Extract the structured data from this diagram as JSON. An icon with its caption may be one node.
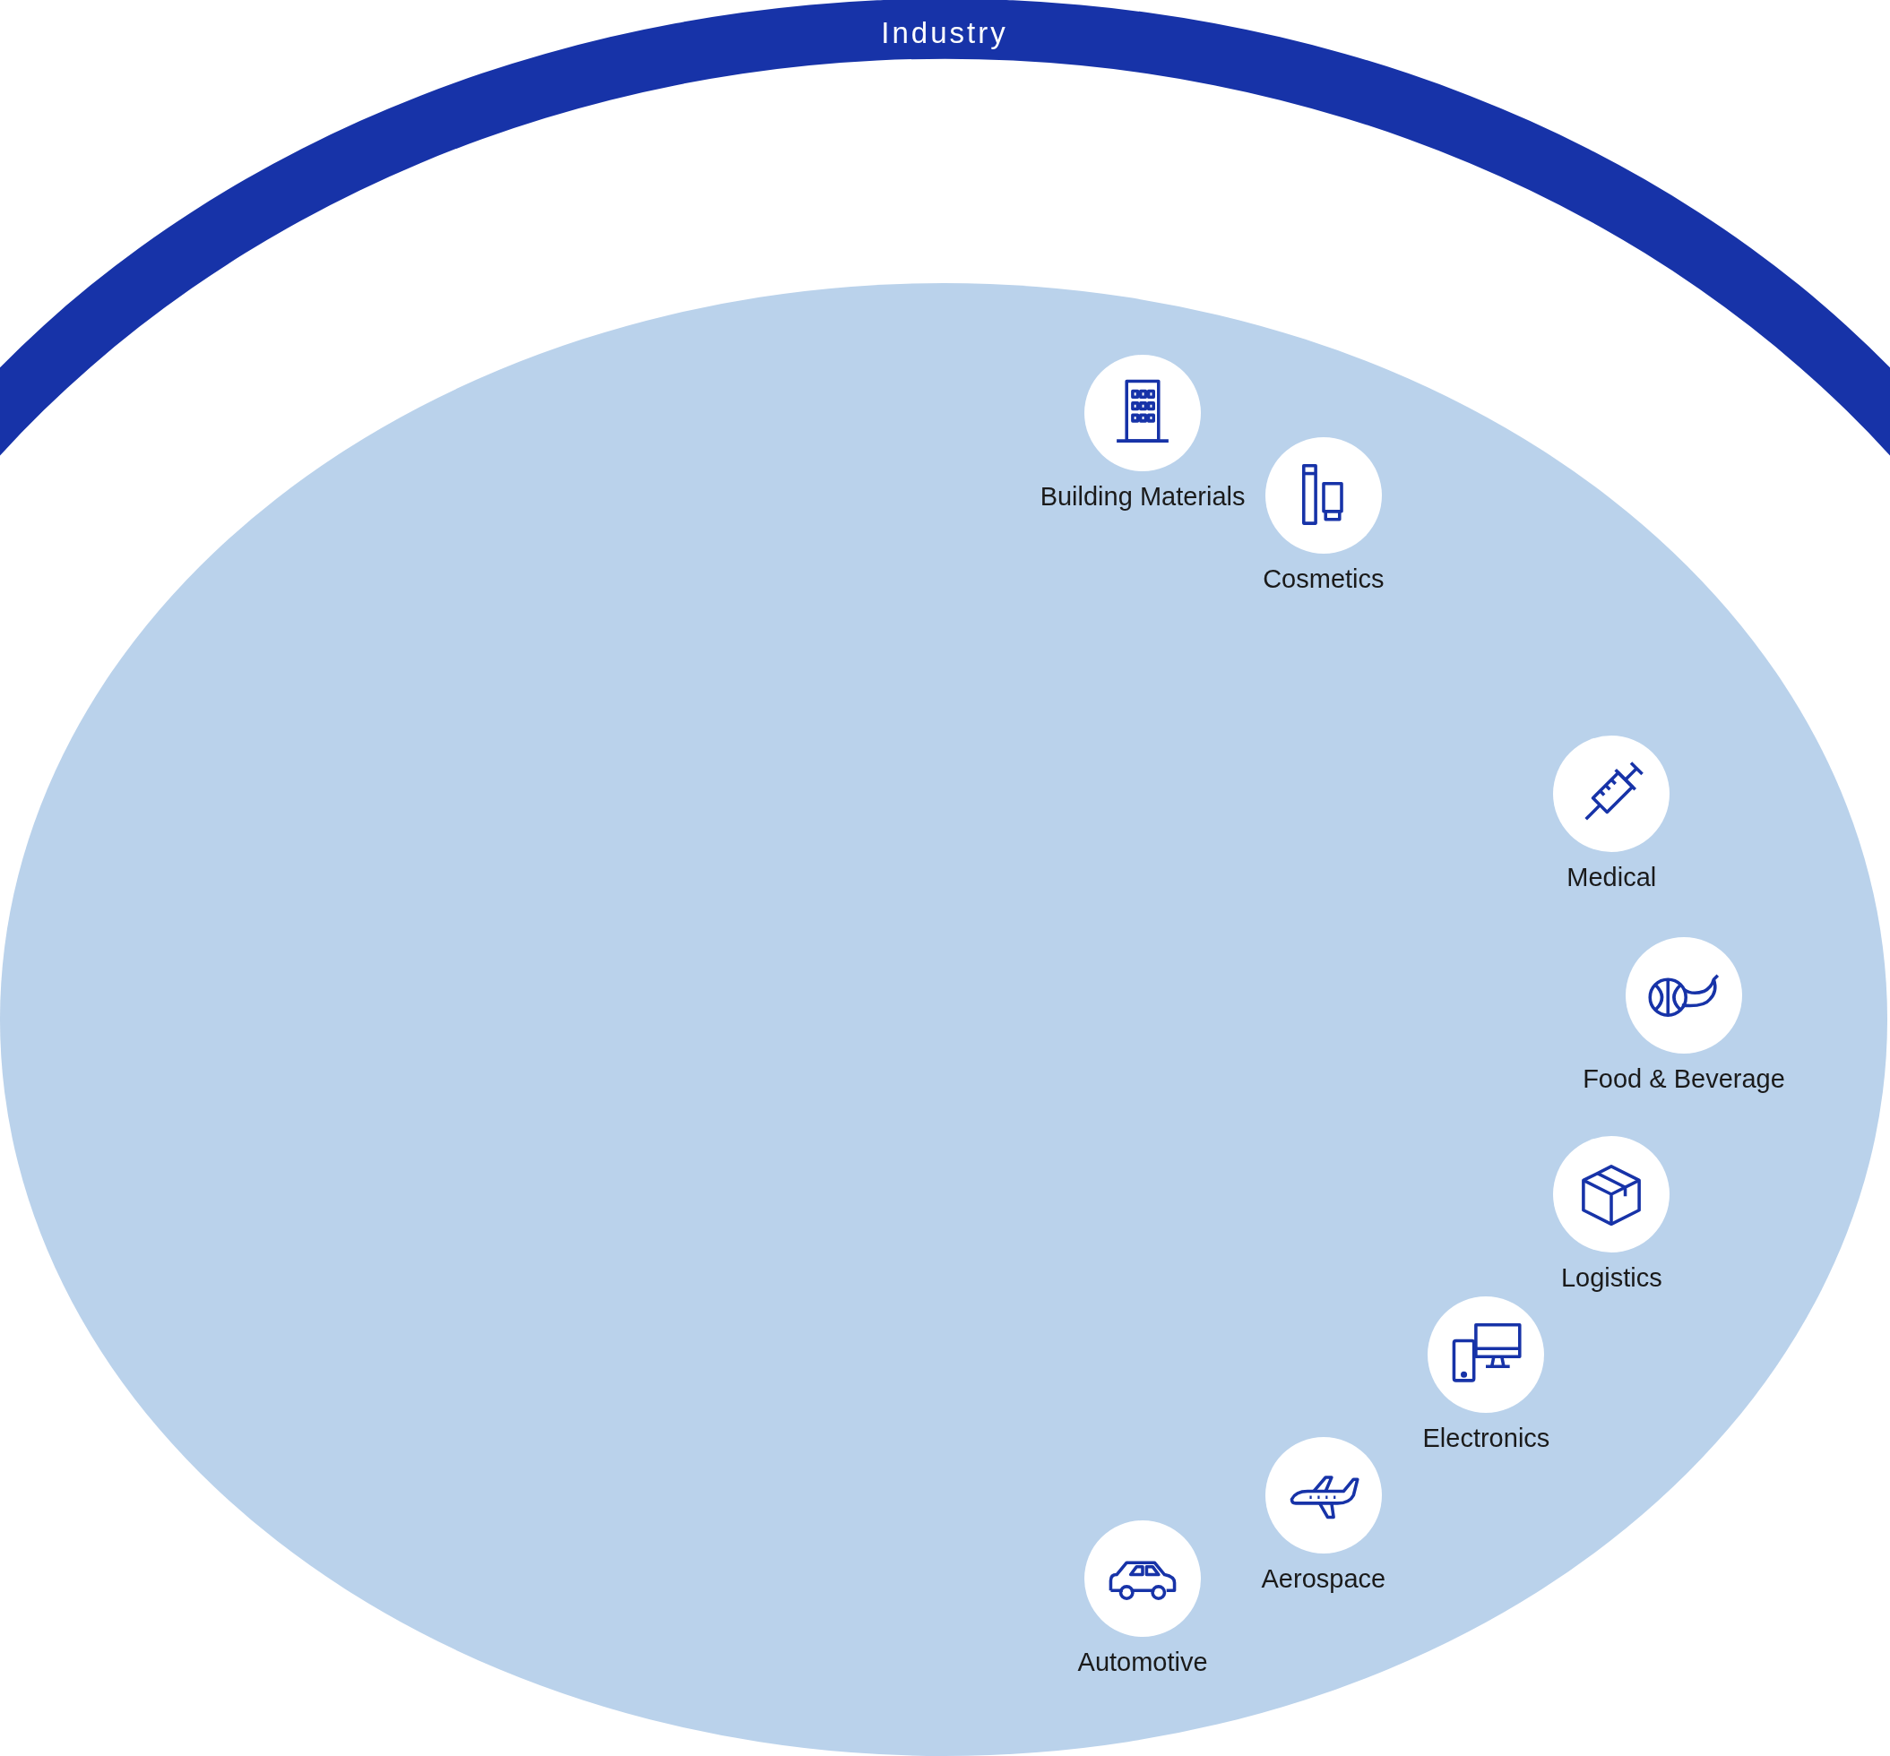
{
  "diagram": {
    "nodes": [
      {
        "text": [
          "Industry"
        ]
      },
      {
        "text": [],
        "shape": "ellipse"
      },
      {
        "text": [
          "Building Materials"
        ],
        "in": 1
      },
      {
        "text": [
          "Cosmetics"
        ],
        "in": 1
      },
      {
        "text": [
          "Medical"
        ],
        "in": 1
      },
      {
        "text": [
          "Food & Beverage"
        ],
        "in": 1
      },
      {
        "text": [
          "Logistics"
        ],
        "in": 1
      },
      {
        "text": [
          "Electronics"
        ],
        "in": 1
      },
      {
        "text": [
          "Aerospace"
        ],
        "in": 1
      },
      {
        "text": [
          "Automotive"
        ],
        "in": 1
      }
    ]
  }
}
